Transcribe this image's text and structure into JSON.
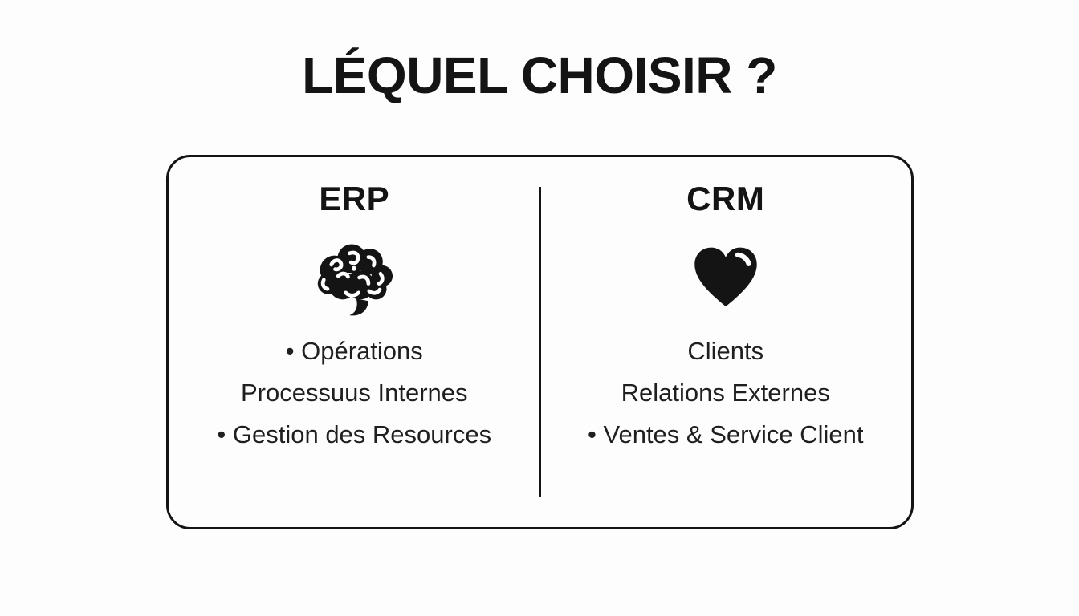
{
  "title": "LÉQUEL CHOISIR ?",
  "colors": {
    "ink": "#141414",
    "background": "#fdfdfe"
  },
  "card": {
    "columns": {
      "left": {
        "heading": "ERP",
        "icon": "brain-icon",
        "items": [
          "• Opérations",
          "Processuus Internes",
          "• Gestion des Resources"
        ]
      },
      "right": {
        "heading": "CRM",
        "icon": "heart-icon",
        "items": [
          "Clients",
          "Relations Externes",
          "• Ventes & Service Client"
        ]
      }
    }
  }
}
